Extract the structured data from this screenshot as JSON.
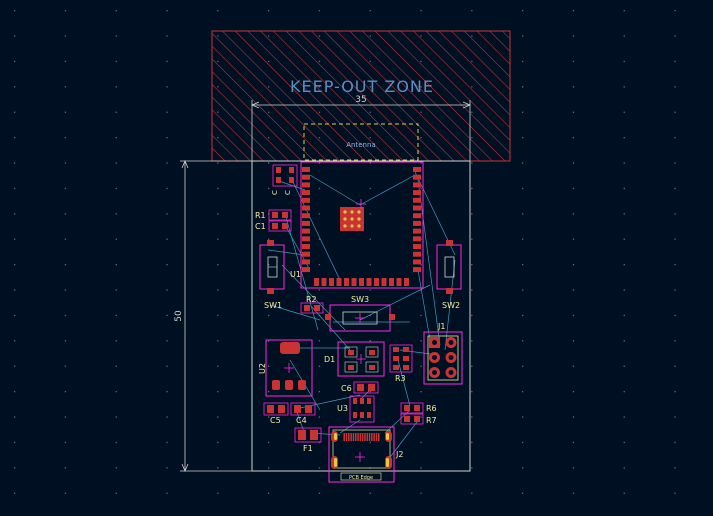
{
  "canvas": {
    "background_color": "#001023",
    "grid_color": "#5a6a80"
  },
  "colors": {
    "edge_cuts": "#d0d2cd",
    "keepout": "#c83434",
    "keepout_text": "#5d8cc6",
    "courtyard": "#ff26e2",
    "pad": "#c83434",
    "ratsnest": "#4aa8c8",
    "silk_text": "#f2eda1",
    "antenna_outline": "#e8c840",
    "antenna_text": "#8ab4e0",
    "dimension": "#d0d2cd"
  },
  "board": {
    "keepout_label": "KEEP-OUT ZONE",
    "width_dimension": "35",
    "height_dimension": "50",
    "antenna_label": "Antenna",
    "edge_label": "PCB Edge"
  },
  "designators": {
    "u1": "U1",
    "u2": "U2",
    "u3": "U3",
    "sw1": "SW1",
    "sw2": "SW2",
    "sw3": "SW3",
    "r1": "R1",
    "r2": "R2",
    "r3": "R3",
    "r6": "R6",
    "r7": "R7",
    "c1": "C1",
    "c4": "C4",
    "c5": "C5",
    "c6": "C6",
    "d1": "D1",
    "f1": "F1",
    "j1": "J1",
    "j2": "J2"
  }
}
